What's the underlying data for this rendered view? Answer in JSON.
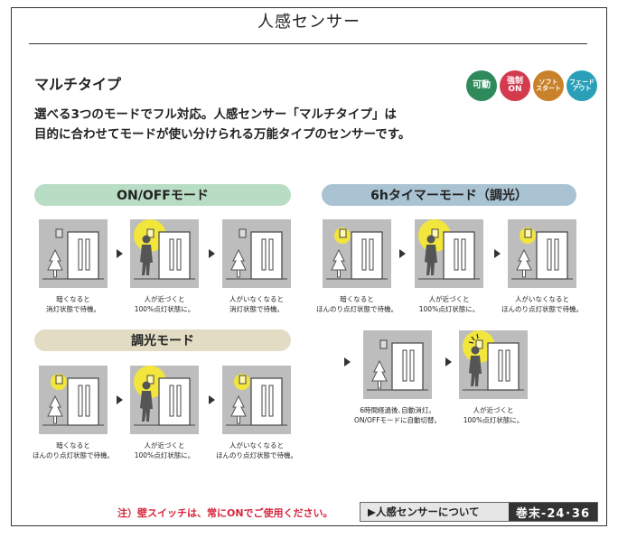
{
  "header": {
    "title": "人感センサー"
  },
  "section": {
    "heading": "マルチタイプ"
  },
  "badges": [
    {
      "lines": [
        "可動"
      ],
      "color": "#2e8a5a"
    },
    {
      "lines": [
        "強制",
        "ON"
      ],
      "color": "#d33a4e"
    },
    {
      "lines": [
        "ソフト",
        "スタート"
      ],
      "color": "#c9822a"
    },
    {
      "lines": [
        "フェード",
        "アウト"
      ],
      "color": "#2aa0b8"
    }
  ],
  "description": {
    "line1": "選べる3つのモードでフル対応。人感センサー「マルチタイプ」は",
    "line2": "目的に合わせてモードが使い分けられる万能タイプのセンサーです。"
  },
  "modes": {
    "onoff": {
      "title": "ON/OFFモード",
      "color": "#b9dcc5",
      "steps": [
        {
          "caption1": "暗くなると",
          "caption2": "消灯状態で待機。"
        },
        {
          "caption1": "人が近づくと",
          "caption2": "100%点灯状態に。"
        },
        {
          "caption1": "人がいなくなると",
          "caption2": "消灯状態で待機。"
        }
      ]
    },
    "dimming": {
      "title": "調光モード",
      "color": "#e2dcc4",
      "steps": [
        {
          "caption1": "暗くなると",
          "caption2": "ほんのり点灯状態で待機。"
        },
        {
          "caption1": "人が近づくと",
          "caption2": "100%点灯状態に。"
        },
        {
          "caption1": "人がいなくなると",
          "caption2": "ほんのり点灯状態で待機。"
        }
      ]
    },
    "timer": {
      "title": "6hタイマーモード（調光）",
      "color": "#a9c3d3",
      "steps": [
        {
          "caption1": "暗くなると",
          "caption2": "ほんのり点灯状態で待機。"
        },
        {
          "caption1": "人が近づくと",
          "caption2": "100%点灯状態に。"
        },
        {
          "caption1": "人がいなくなると",
          "caption2": "ほんのり点灯状態で待機。"
        },
        {
          "caption1": "6時間経過後､自動消灯。",
          "caption2": "ON/OFFモードに自動切替。"
        },
        {
          "caption1": "人が近づくと",
          "caption2": "100%点灯状態に。"
        }
      ]
    }
  },
  "footer": {
    "note": "注）壁スイッチは、常にONでご使用ください。",
    "reference": "▶人感センサーについて",
    "pages": "巻末-24･36"
  }
}
